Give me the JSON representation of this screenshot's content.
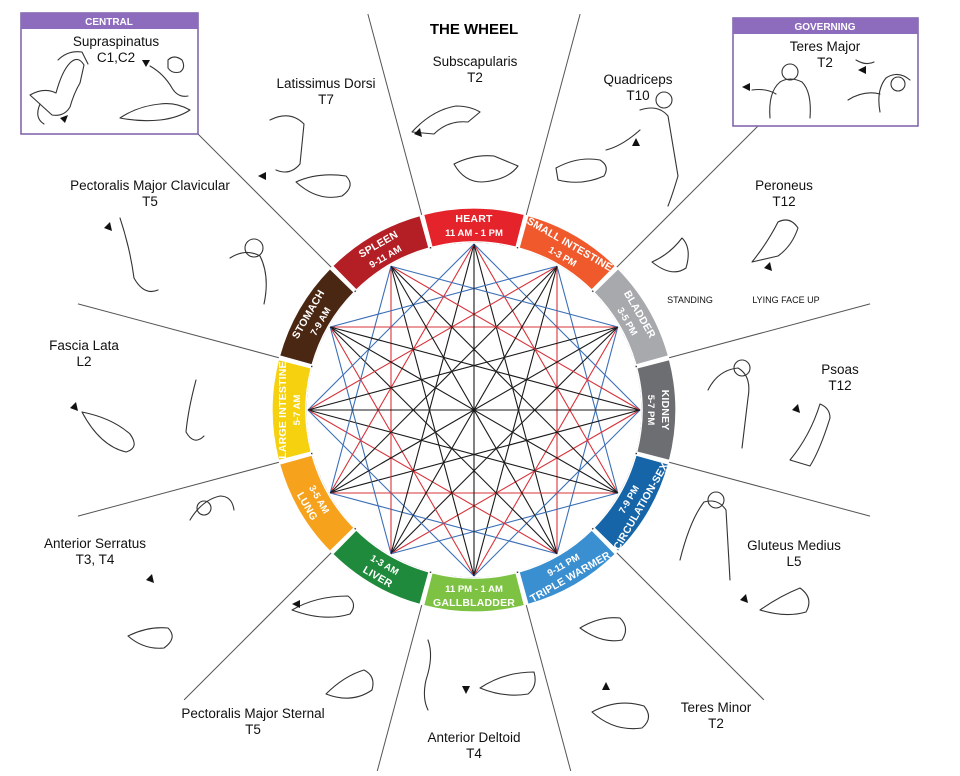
{
  "title": "THE WHEEL",
  "boxes": {
    "central": {
      "label": "CENTRAL",
      "muscle": "Supraspinatus",
      "level": "C1,C2"
    },
    "governing": {
      "label": "GOVERNING",
      "muscle": "Teres Major",
      "level": "T2"
    }
  },
  "segments": [
    {
      "name": "HEART",
      "time": "11 AM - 1 PM",
      "color": "#e5232a"
    },
    {
      "name": "SMALL INTESTINE",
      "time": "1-3 PM",
      "color": "#f0592b"
    },
    {
      "name": "BLADDER",
      "time": "3-5 PM",
      "color": "#a7a9ac"
    },
    {
      "name": "KIDNEY",
      "time": "5-7 PM",
      "color": "#6d6e71"
    },
    {
      "name": "CIRCULATION-SEX",
      "time": "7-9 PM",
      "color": "#1565a8"
    },
    {
      "name": "TRIPLE WARMER",
      "time": "9-11 PM",
      "color": "#3a8fd1"
    },
    {
      "name": "GALLBLADDER",
      "time": "11 PM - 1 AM",
      "color": "#7dc242"
    },
    {
      "name": "LIVER",
      "time": "1-3 AM",
      "color": "#1f8a3b"
    },
    {
      "name": "LUNG",
      "time": "3-5 AM",
      "color": "#f7a21c"
    },
    {
      "name": "LARGE INTESTINE",
      "time": "5-7 AM",
      "color": "#f6d10f"
    },
    {
      "name": "STOMACH",
      "time": "7-9 AM",
      "color": "#4a2712"
    },
    {
      "name": "SPLEEN",
      "time": "9-11 AM",
      "color": "#b31f24"
    }
  ],
  "muscles": [
    {
      "name": "Subscapularis",
      "level": "T2"
    },
    {
      "name": "Quadriceps",
      "level": "T10"
    },
    {
      "name": "Peroneus",
      "level": "T12"
    },
    {
      "name": "Psoas",
      "level": "T12"
    },
    {
      "name": "Gluteus Medius",
      "level": "L5"
    },
    {
      "name": "Teres Minor",
      "level": "T2"
    },
    {
      "name": "Anterior Deltoid",
      "level": "T4"
    },
    {
      "name": "Pectoralis Major Sternal",
      "level": "T5"
    },
    {
      "name": "Anterior Serratus",
      "level": "T3, T4"
    },
    {
      "name": "Fascia Lata",
      "level": "L2"
    },
    {
      "name": "Pectoralis Major Clavicular",
      "level": "T5"
    },
    {
      "name": "Latissimus Dorsi",
      "level": "T7"
    }
  ],
  "captions": {
    "standing": "STANDING",
    "lying": "LYING FACE UP"
  },
  "line_colors": {
    "black": "#1a1a1a",
    "red": "#d8333a",
    "blue": "#3b6fb6"
  }
}
